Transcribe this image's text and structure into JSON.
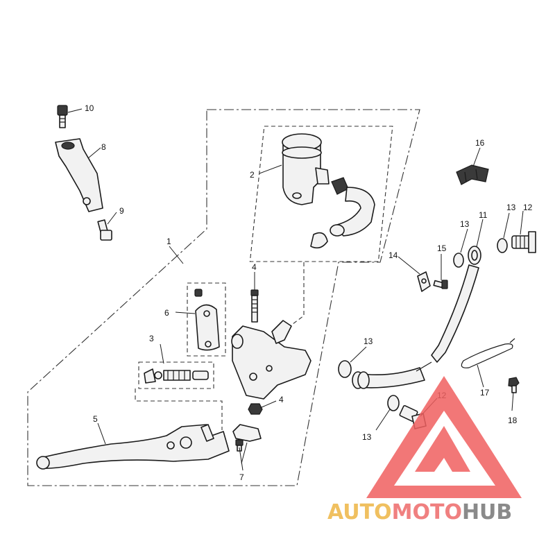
{
  "callouts": {
    "c1": "1",
    "c2": "2",
    "c3": "3",
    "c4a": "4",
    "c4b": "4",
    "c5": "5",
    "c6": "6",
    "c7": "7",
    "c8": "8",
    "c9": "9",
    "c10": "10",
    "c11": "11",
    "c12a": "12",
    "c12b": "12",
    "c13a": "13",
    "c13b": "13",
    "c13c": "13",
    "c13d": "13",
    "c14": "14",
    "c15": "15",
    "c16": "16",
    "c17": "17",
    "c18": "18"
  },
  "watermark": {
    "part1": "AUTO",
    "part2": "MOTO",
    "part3": "HUB",
    "color_auto": "#f0c060",
    "color_moto": "#f08080",
    "color_hub": "#8a8a8a",
    "logo_color": "#f06060"
  }
}
